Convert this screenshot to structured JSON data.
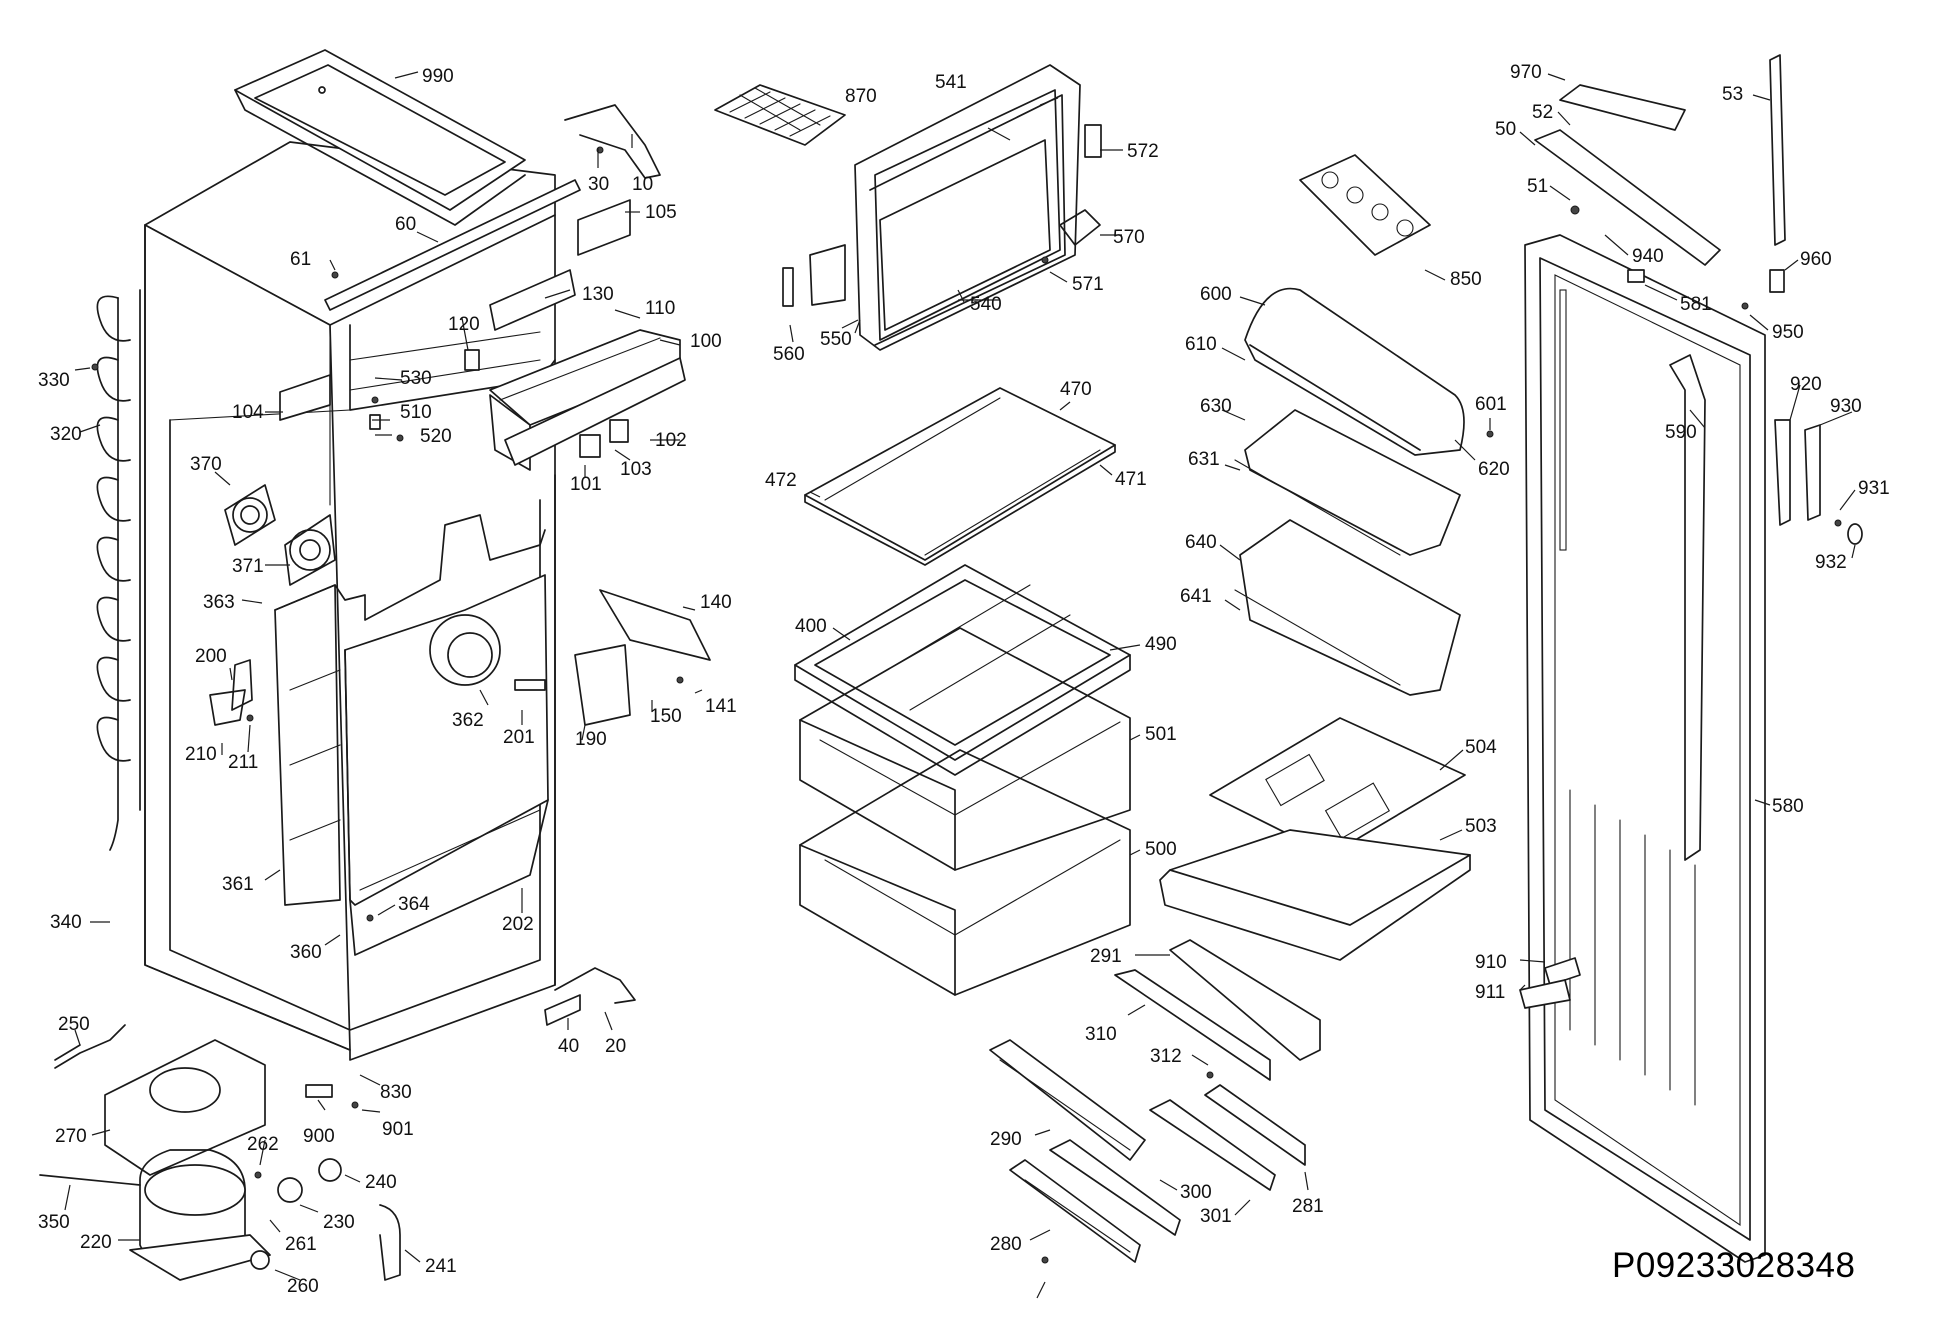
{
  "drawing": {
    "id": "P09233028348",
    "parts": [
      "990",
      "10",
      "30",
      "105",
      "60",
      "61",
      "130",
      "120",
      "110",
      "100",
      "530",
      "510",
      "520",
      "104",
      "102",
      "101",
      "103",
      "330",
      "320",
      "370",
      "371",
      "363",
      "200",
      "210",
      "211",
      "362",
      "201",
      "140",
      "141",
      "150",
      "190",
      "361",
      "364",
      "360",
      "202",
      "340",
      "250",
      "830",
      "40",
      "20",
      "270",
      "900",
      "901",
      "262",
      "240",
      "350",
      "220",
      "230",
      "261",
      "241",
      "260",
      "870",
      "541",
      "572",
      "570",
      "571",
      "550",
      "560",
      "540",
      "470",
      "472",
      "471",
      "400",
      "490",
      "501",
      "500",
      "291",
      "310",
      "312",
      "290",
      "300",
      "301",
      "281",
      "280",
      "850",
      "600",
      "610",
      "601",
      "620",
      "630",
      "631",
      "640",
      "641",
      "504",
      "503",
      "970",
      "52",
      "53",
      "50",
      "51",
      "940",
      "960",
      "581",
      "950",
      "590",
      "920",
      "930",
      "931",
      "932",
      "580",
      "910",
      "911"
    ]
  }
}
